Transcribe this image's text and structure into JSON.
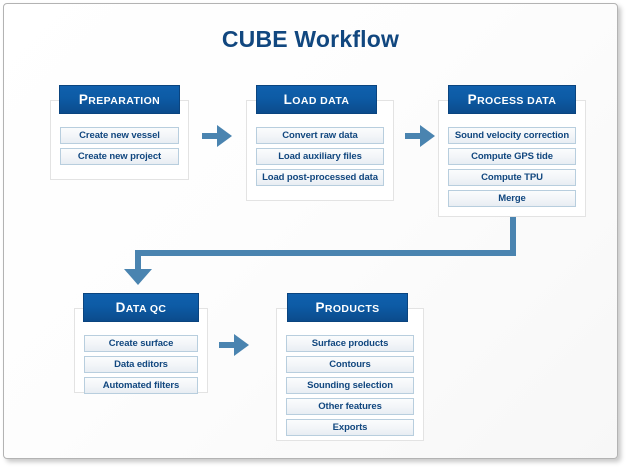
{
  "diagram": {
    "title": "CUBE Workflow",
    "accent_color": "#11477f",
    "header_color": "#0d5ba5",
    "arrow_color": "#4a84b0",
    "stages": [
      {
        "id": "preparation",
        "header": "Preparation",
        "items": [
          "Create new vessel",
          "Create new project"
        ]
      },
      {
        "id": "load-data",
        "header": "Load Data",
        "items": [
          "Convert raw data",
          "Load auxiliary files",
          "Load post-processed data"
        ]
      },
      {
        "id": "process-data",
        "header": "Process Data",
        "items": [
          "Sound velocity correction",
          "Compute GPS tide",
          "Compute TPU",
          "Merge"
        ]
      },
      {
        "id": "data-qc",
        "header": "Data QC",
        "items": [
          "Create surface",
          "Data editors",
          "Automated filters"
        ]
      },
      {
        "id": "products",
        "header": "Products",
        "items": [
          "Surface products",
          "Contours",
          "Sounding selection",
          "Other features",
          "Exports"
        ]
      }
    ],
    "connectors": [
      {
        "id": "preparation-to-load-data",
        "type": "arrow-right"
      },
      {
        "id": "load-data-to-process-data",
        "type": "arrow-right"
      },
      {
        "id": "process-data-to-data-qc",
        "type": "elbow-down-left"
      },
      {
        "id": "data-qc-to-products",
        "type": "arrow-right"
      }
    ]
  }
}
